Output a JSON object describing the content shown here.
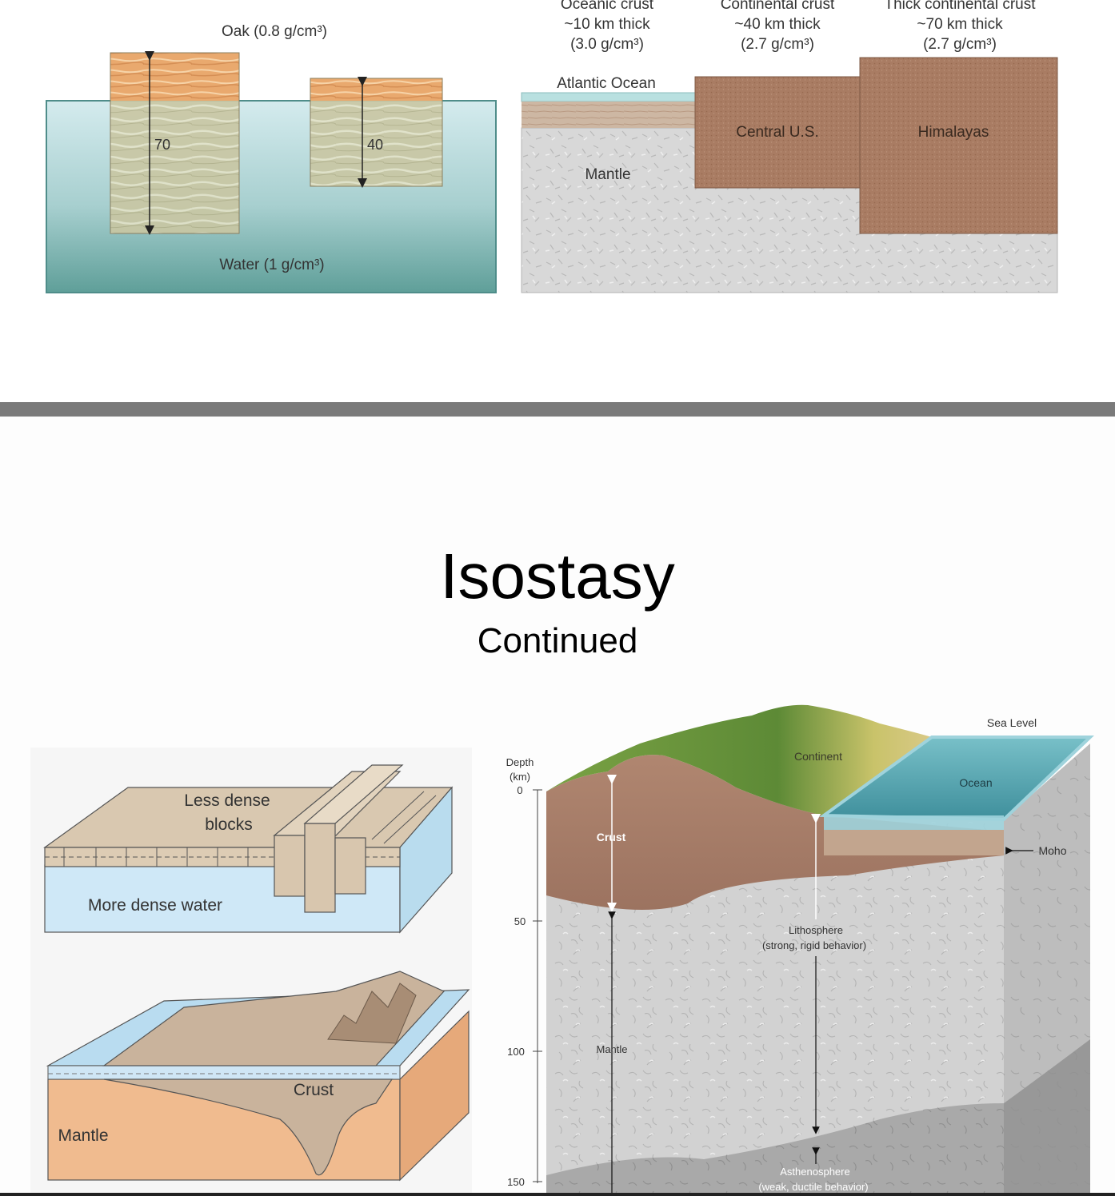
{
  "top_slide": {
    "oak_label": "Oak (0.8 g/cm³)",
    "water_label": "Water (1 g/cm³)",
    "block_70_label": "70",
    "block_40_label": "40",
    "oceanic_header": [
      "Oceanic crust",
      "~10 km thick",
      "(3.0 g/cm³)"
    ],
    "continental_header": [
      "Continental crust",
      "~40 km thick",
      "(2.7 g/cm³)"
    ],
    "thick_continental_header": [
      "Thick continental crust",
      "~70 km thick",
      "(2.7 g/cm³)"
    ],
    "atlantic_label": "Atlantic Ocean",
    "mantle_label": "Mantle",
    "central_us_label": "Central U.S.",
    "himalayas_label": "Himalayas"
  },
  "bottom_slide": {
    "title": "Isostasy",
    "subtitle": "Continued",
    "blocks_diagram": {
      "less_dense_line1": "Less dense",
      "less_dense_line2": "blocks",
      "more_dense_water": "More dense water"
    },
    "crust_diagram": {
      "crust_label": "Crust",
      "mantle_label": "Mantle"
    },
    "cross_section": {
      "depth_label_line1": "Depth",
      "depth_label_line2": "(km)",
      "depth_ticks": [
        "0",
        "50",
        "100",
        "150"
      ],
      "sea_level": "Sea Level",
      "continent": "Continent",
      "ocean": "Ocean",
      "crust": "Crust",
      "moho": "Moho",
      "lithosphere_line1": "Lithosphere",
      "lithosphere_line2": "(strong, rigid behavior)",
      "mantle": "Mantle",
      "asthenosphere_line1": "Asthenosphere",
      "asthenosphere_line2": "(weak, ductile behavior)"
    }
  },
  "colors": {
    "water_light": "#cfe6ea",
    "water_dark": "#6fa9a4",
    "oak": "#e7a870",
    "oak_submerged": "#c9c39e",
    "crust_brown": "#a87a62",
    "mantle_gray": "#d6d6d6",
    "divider": "#7a7a7a",
    "ocean_blue": "#5fa9b5",
    "land_green": "#6f9a40",
    "mantle_orange": "#f0bb8f",
    "block_tan": "#d8c6ae",
    "water_blue_light": "#cfe8f7"
  }
}
